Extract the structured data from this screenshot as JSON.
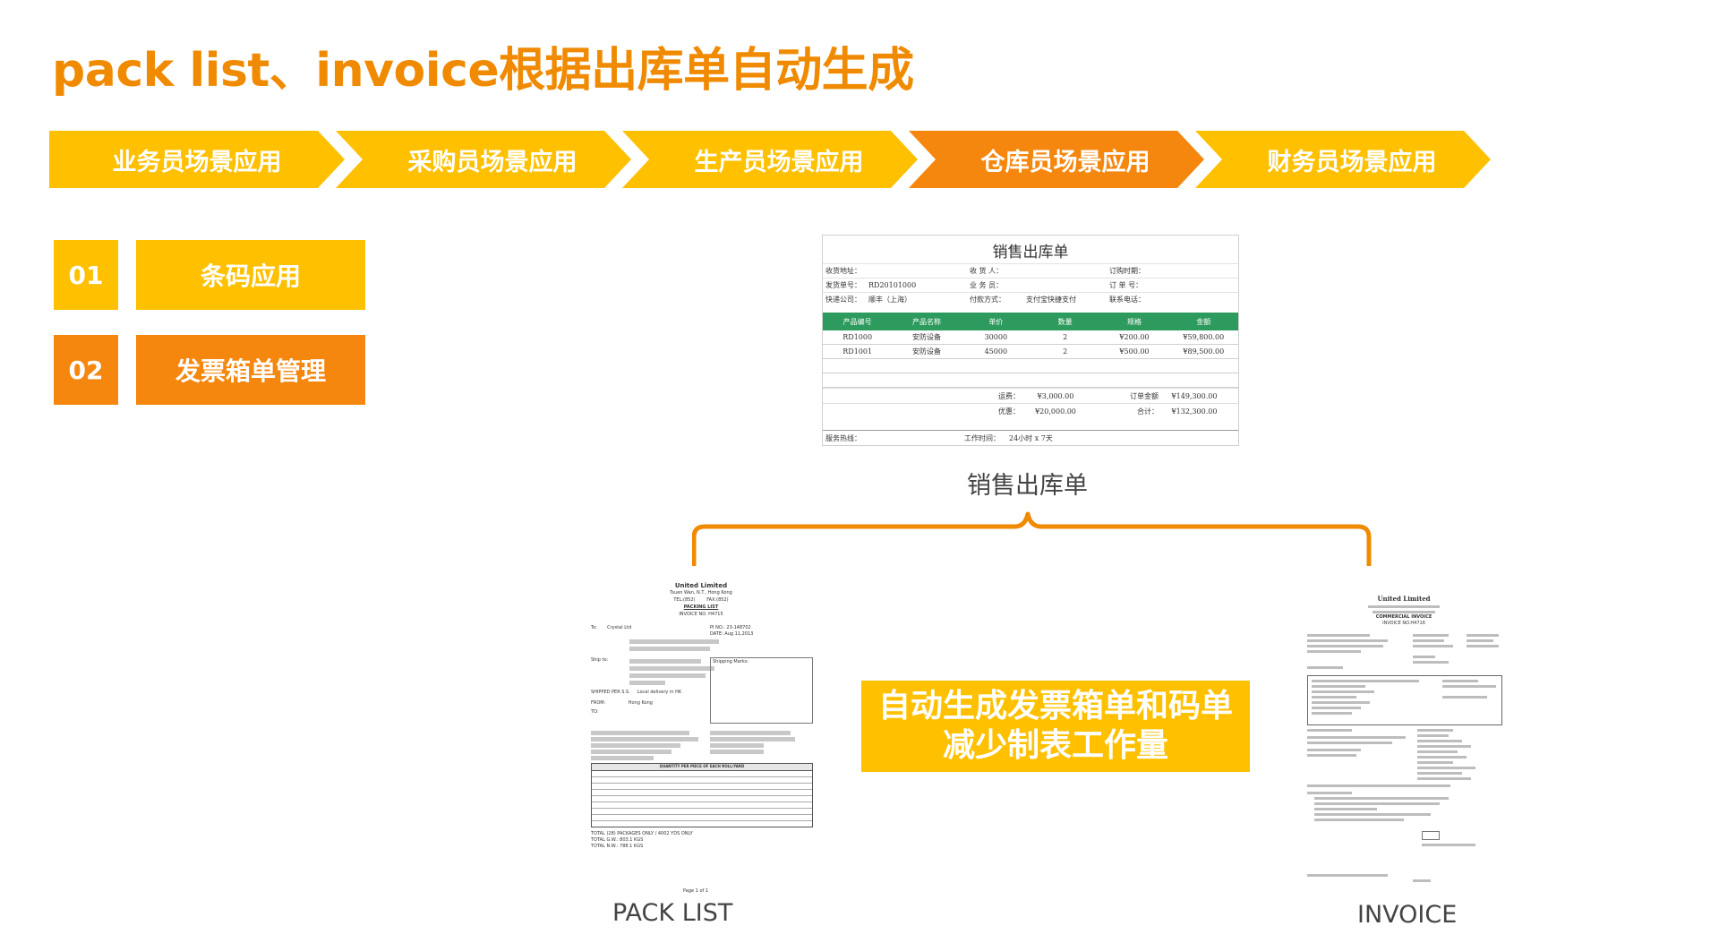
{
  "title": "pack list、invoice根据出库单自动生成",
  "flow_steps": [
    {
      "label": "业务员场景应用",
      "color": "#ffc000"
    },
    {
      "label": "采购员场景应用",
      "color": "#ffc000"
    },
    {
      "label": "生产员场景应用",
      "color": "#ffc000"
    },
    {
      "label": "仓库员场景应用",
      "color": "#f5870e"
    },
    {
      "label": "财务员场景应用",
      "color": "#ffc000"
    }
  ],
  "menu": [
    {
      "num": "01",
      "label": "条码应用",
      "color": "#ffc000"
    },
    {
      "num": "02",
      "label": "发票箱单管理",
      "color": "#f5870e"
    }
  ],
  "sales_sheet": {
    "title": "销售出库单",
    "info": [
      [
        "收货地址：",
        "",
        "收 货 人：",
        "",
        "订购时期：",
        ""
      ],
      [
        "发货单号：",
        "RD20101000",
        "业 务 员：",
        "",
        "订 单 号：",
        ""
      ],
      [
        "快递公司：",
        "顺丰（上海）",
        "付款方式：",
        "支付宝快捷支付",
        "联系电话：",
        ""
      ]
    ],
    "columns": [
      "产品编号",
      "产品名称",
      "单价",
      "数量",
      "规格",
      "金额"
    ],
    "rows": [
      [
        "RD1000",
        "安防设备",
        "30000",
        "2",
        "¥200.00",
        "¥59,800.00"
      ],
      [
        "RD1001",
        "安防设备",
        "45000",
        "2",
        "¥500.00",
        "¥89,500.00"
      ]
    ],
    "summary": [
      [
        "运费：",
        "¥3,000.00",
        "订单金额",
        "¥149,300.00"
      ],
      [
        "优惠：",
        "¥20,000.00",
        "合计：",
        "¥132,300.00"
      ]
    ],
    "footer": {
      "service": "服务热线：",
      "hours_label": "工作时间：",
      "hours": "24小时 x 7天"
    }
  },
  "caption_sheet": "销售出库单",
  "pack_list": {
    "company": "United Limited",
    "address": "Tsuen Wan, N.T., Hong Kong",
    "tel": "TEL:(852)",
    "fax": "FAX:(852)",
    "doc_title": "PACKING LIST",
    "invoice_no": "INVOICE NO. H4715",
    "to_label": "To:",
    "to_value": "Crystal Ltd",
    "pi_label": "PI NO.:",
    "pi_value": "23-148702",
    "date_label": "DATE:",
    "date_value": "Aug 11,2013",
    "ship_to": "Ship to:",
    "shipped_per": "SHIPPED PER S.S.",
    "shipped_value": "Local delivery in HK",
    "from": "FROM:",
    "from_value": "Hong Kong",
    "to2": "TO:",
    "shipping_marks": "Shipping Marks:",
    "table_title": "QUANTITY PER PIECE OF EACH ROLL/YARD",
    "total_pkg": "TOTAL (28) PACKAGES ONLY  /  4002 YDS ONLY",
    "total_gw": "TOTAL G.W.: 803.1 KGS",
    "total_nw": "TOTAL N.W.: 788.1 KGS",
    "page": "Page 1 of 1"
  },
  "caption_pack": "PACK LIST",
  "invoice": {
    "company": "United Limited",
    "doc_title": "COMMERCIAL INVOICE",
    "invoice_no": "INVOICE NO.H4716"
  },
  "caption_invoice": "INVOICE",
  "callout": {
    "line1": "自动生成发票箱单和码单",
    "line2": "减少制表工作量"
  }
}
